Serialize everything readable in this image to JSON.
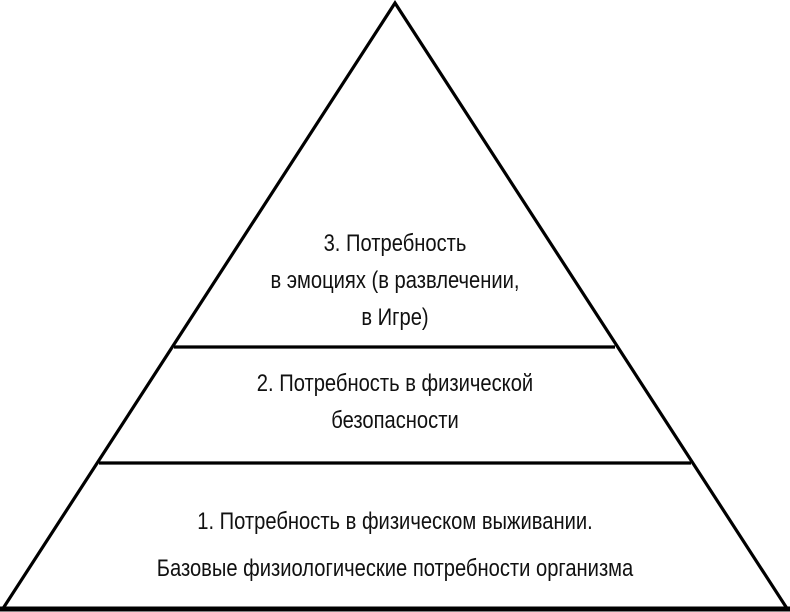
{
  "diagram": {
    "type": "pyramid",
    "colors": {
      "stroke": "#000000",
      "fill": "#ffffff",
      "text": "#111111"
    },
    "tiers": [
      {
        "level": 3,
        "lines": [
          "3. Потребность",
          "в эмоциях (в развлечении,",
          "в Игре)"
        ]
      },
      {
        "level": 2,
        "lines": [
          "2. Потребность в физической",
          "безопасности"
        ]
      },
      {
        "level": 1,
        "lines": [
          "1. Потребность в физическом выживании.",
          "Базовые физиологические потребности организма"
        ]
      }
    ]
  }
}
